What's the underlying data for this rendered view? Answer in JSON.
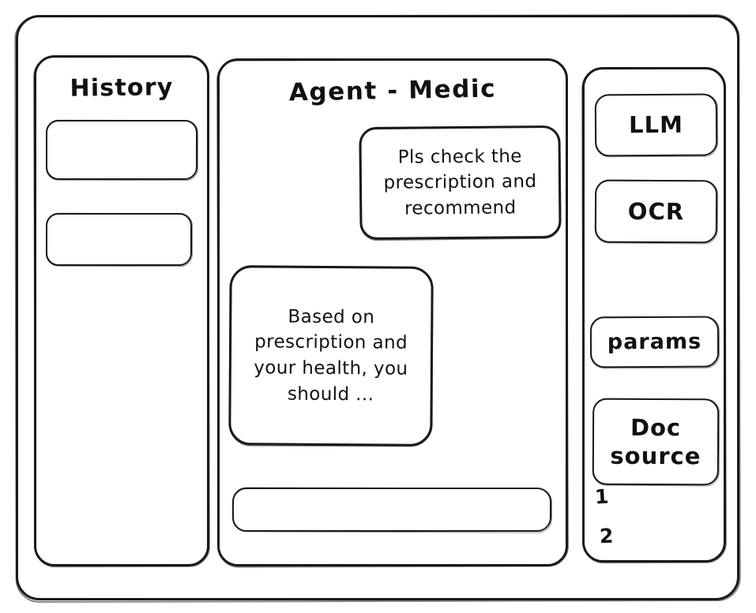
{
  "window": {
    "frame_label": "app-window"
  },
  "colors": {
    "stroke": "#1a1a1a",
    "background": "#ffffff",
    "text": "#111111"
  },
  "sidebar": {
    "title": "History",
    "items": [
      {
        "label": ""
      },
      {
        "label": ""
      }
    ]
  },
  "main": {
    "title": "Agent - Medic",
    "messages": [
      {
        "role": "user",
        "text": "Pls check the prescription and recommend"
      },
      {
        "role": "assistant",
        "text": "Based on prescription and your health, you should ..."
      }
    ],
    "composer": {
      "value": "",
      "placeholder": ""
    }
  },
  "tools": {
    "cards": [
      {
        "label": "LLM"
      },
      {
        "label": "OCR"
      },
      {
        "label": "params"
      }
    ],
    "doc_source": {
      "line1": "Doc",
      "line2": "source",
      "refs": [
        "1",
        "2"
      ]
    }
  }
}
